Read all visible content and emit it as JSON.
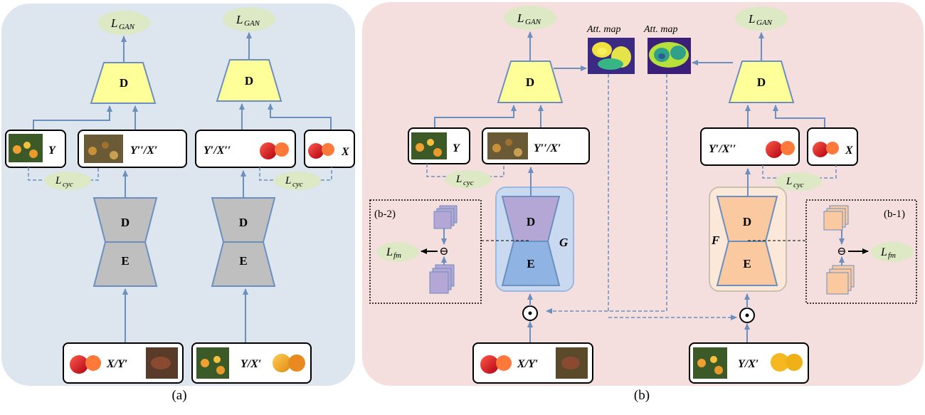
{
  "panels": {
    "a": {
      "caption": "(a)"
    },
    "b": {
      "caption": "(b)",
      "sub_right": "(b-1)",
      "sub_left": "(b-2)"
    }
  },
  "losses": {
    "gan": "L_GAN",
    "gan_main": "L",
    "gan_sub": "GAN",
    "cyc_main": "L",
    "cyc_sub": "cyc",
    "fm_main": "L",
    "fm_sub": "fm"
  },
  "blocks": {
    "discriminator": "D",
    "decoder": "D",
    "encoder": "E",
    "gen_g": "G",
    "gen_f": "F"
  },
  "labels": {
    "y": "Y",
    "x": "X",
    "y_dd_x_p": "Y′′/X′",
    "y_p_x_dd": "Y′/X′′",
    "x_y_p": "X/Y′",
    "y_x_p": "Y/X′",
    "att_map": "Att. map",
    "minus": "⊖",
    "odot": "⊙"
  },
  "colors": {
    "panel_a_bg": "#dde5ef",
    "panel_b_bg": "#f5dede",
    "disc_fill": "#ffff99",
    "gray_block": "#bfbfbf",
    "purple_block": "#b4a7d6",
    "blue_block": "#8fb3e3",
    "orange_block": "#fbc9a0",
    "arrow": "#6b8fbf",
    "loss_fill": "#dde8c4"
  }
}
